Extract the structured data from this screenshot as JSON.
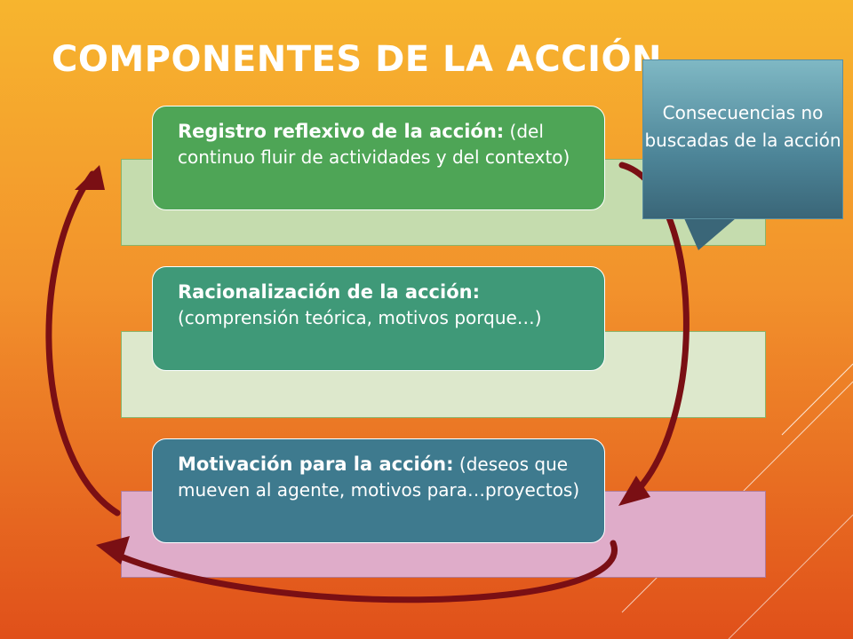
{
  "title": "COMPONENTES DE LA ACCIÓN",
  "components": [
    {
      "head": "Registro reflexivo de la acción",
      "sep": ":",
      "sub": "(del continuo fluir de actividades y del contexto)"
    },
    {
      "head": "Racionalización de la acción",
      "sep": ":",
      "sub": "(comprensión teórica, motivos porque…)"
    },
    {
      "head": "Motivación para la acción",
      "sep": ":",
      "sub": "(deseos que mueven al agente, motivos para…proyectos)"
    }
  ],
  "callout": {
    "text": "Consecuencias no buscadas de la acción"
  },
  "colors": {
    "background_top": "#f7b52e",
    "background_bottom": "#e0501a",
    "arrow": "#7a0f14",
    "card_1": "#4ea556",
    "card_2": "#3f9978",
    "card_3": "#3e7a8e",
    "callout": "#4d8598"
  }
}
